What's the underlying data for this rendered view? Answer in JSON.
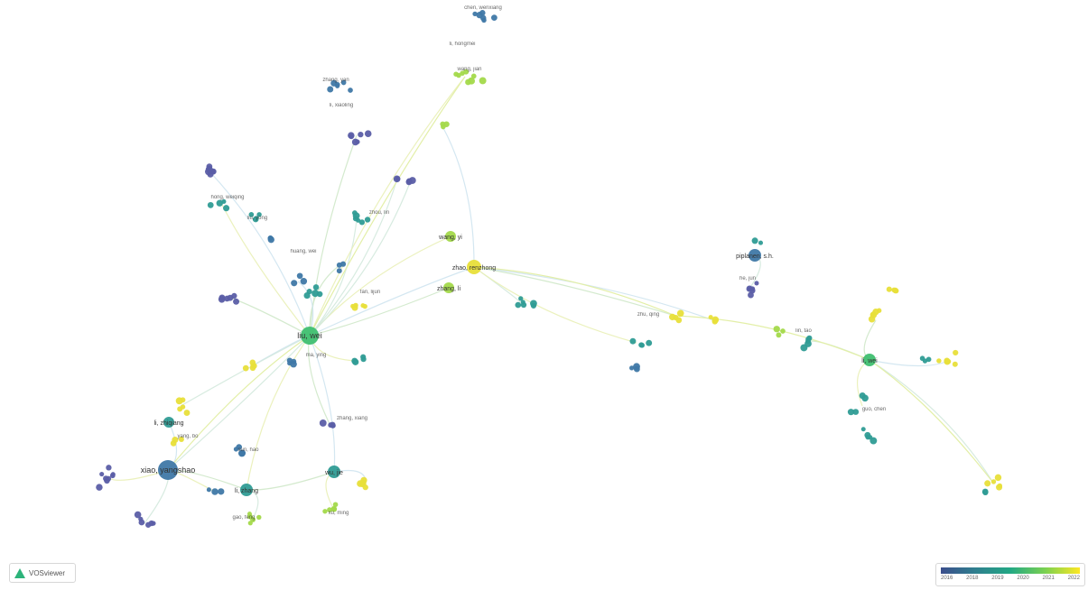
{
  "app": {
    "logo_text": "VOSviewer"
  },
  "legend": {
    "colors": [
      "#3b4e8c",
      "#2f7f8e",
      "#22a884",
      "#7ad151",
      "#fde725"
    ],
    "ticks": [
      "2016",
      "2018",
      "2019",
      "2020",
      "2021",
      "2022"
    ]
  },
  "network": {
    "palette": {
      "purple": "#5b5ea6",
      "blue": "#3f78a6",
      "teal": "#2f9c95",
      "green": "#3fbf70",
      "lime": "#a3d94a",
      "yellow": "#e8df3a"
    },
    "hubs": [
      {
        "id": "liu-wei",
        "label": "liu, wei",
        "color": "green"
      },
      {
        "id": "xiao-yangshao",
        "label": "xiao, yangshao",
        "color": "blue"
      },
      {
        "id": "zhao-renzhong",
        "label": "zhao, renzhong",
        "color": "yellow"
      },
      {
        "id": "pipkin-s",
        "label": "piplanen, s.h.",
        "color": "blue"
      },
      {
        "id": "li-wei",
        "label": "li, wei",
        "color": "green"
      },
      {
        "id": "li-zhang",
        "label": "li, zhang",
        "color": "teal"
      },
      {
        "id": "wu-jie",
        "label": "wu, jie",
        "color": "teal"
      },
      {
        "id": "zhang-li",
        "label": "zhang, li",
        "color": "lime"
      },
      {
        "id": "wang-yi",
        "label": "wang, yi",
        "color": "lime"
      },
      {
        "id": "li-zhiqiang",
        "label": "li, zhiqiang",
        "color": "teal"
      }
    ],
    "minor_labels": [
      "chen, wenxiang",
      "li, hongmei",
      "wang, jian",
      "zhang, yan",
      "li, xiaoling",
      "hong, weiqing",
      "liu, yong",
      "zhou, lin",
      "huang, wei",
      "fan, lijun",
      "ma, ying",
      "zhang, xiang",
      "yang, bo",
      "sun, hao",
      "gao, feng",
      "xu, ming",
      "zhu, qing",
      "he, jun",
      "lin, tao",
      "guo, chen"
    ]
  }
}
